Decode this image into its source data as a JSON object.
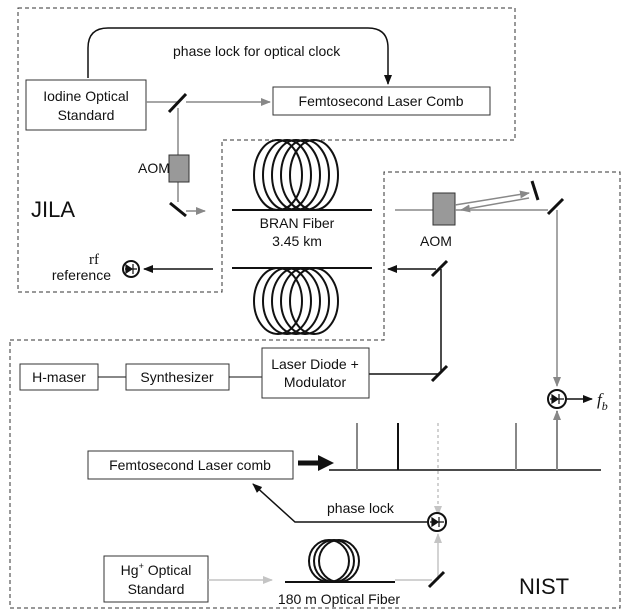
{
  "labels": {
    "phase_lock_clock": "phase lock for optical clock",
    "iodine_line1": "Iodine Optical",
    "iodine_line2": "Standard",
    "femto_comb_top": "Femtosecond Laser Comb",
    "aom_left": "AOM",
    "jila": "JILA",
    "bran_line1": "BRAN Fiber",
    "bran_line2": "3.45 km",
    "aom_right": "AOM",
    "rf_line1": "rf",
    "rf_line2": "reference",
    "hmaser": "H-maser",
    "synthesizer": "Synthesizer",
    "laser_diode_line1": "Laser Diode +",
    "laser_diode_line2": "Modulator",
    "fb": "f",
    "fb_sub": "b",
    "femto_comb_bottom": "Femtosecond Laser comb",
    "phase_lock": "phase lock",
    "hg_line1": "Hg",
    "hg_sup": "+",
    "hg_line1_rest": " Optical",
    "hg_line2": "Standard",
    "fiber_180": "180 m Optical Fiber",
    "nist": "NIST"
  },
  "colors": {
    "black": "#111111",
    "gray_beam": "#888888",
    "light_beam": "#c4c4c4",
    "aom_fill": "#999999"
  }
}
